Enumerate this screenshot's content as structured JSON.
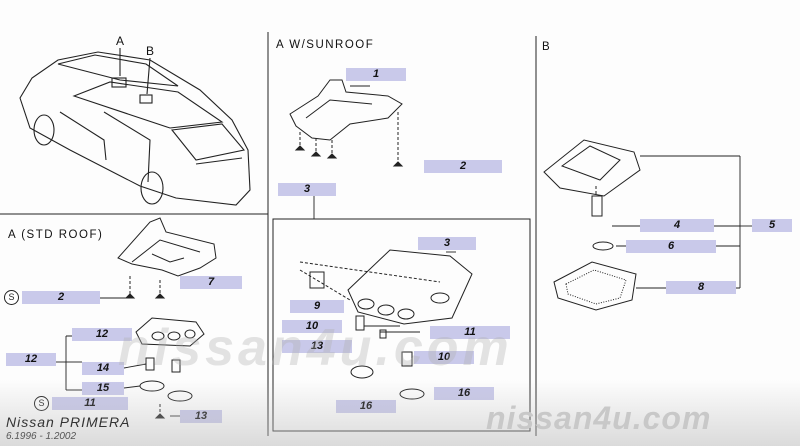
{
  "callouts": {
    "a": "A",
    "b": "B"
  },
  "sections": {
    "sunroof": "A  W/SUNROOF",
    "b": "B",
    "std_roof": "A   (STD ROOF)"
  },
  "symbols": {
    "s": "S"
  },
  "parts": {
    "p1": "1",
    "p2": "2",
    "p3": "3",
    "p4": "4",
    "p5": "5",
    "p6": "6",
    "p7": "7",
    "p8": "8",
    "p9": "9",
    "p10": "10",
    "p11": "11",
    "p12": "12",
    "p13": "13",
    "p14": "14",
    "p15": "15",
    "p16": "16"
  },
  "watermark": "nissan4u.com",
  "footer": {
    "model": "Nissan PRIMERA",
    "years": "6.1996 - 1.2002"
  }
}
